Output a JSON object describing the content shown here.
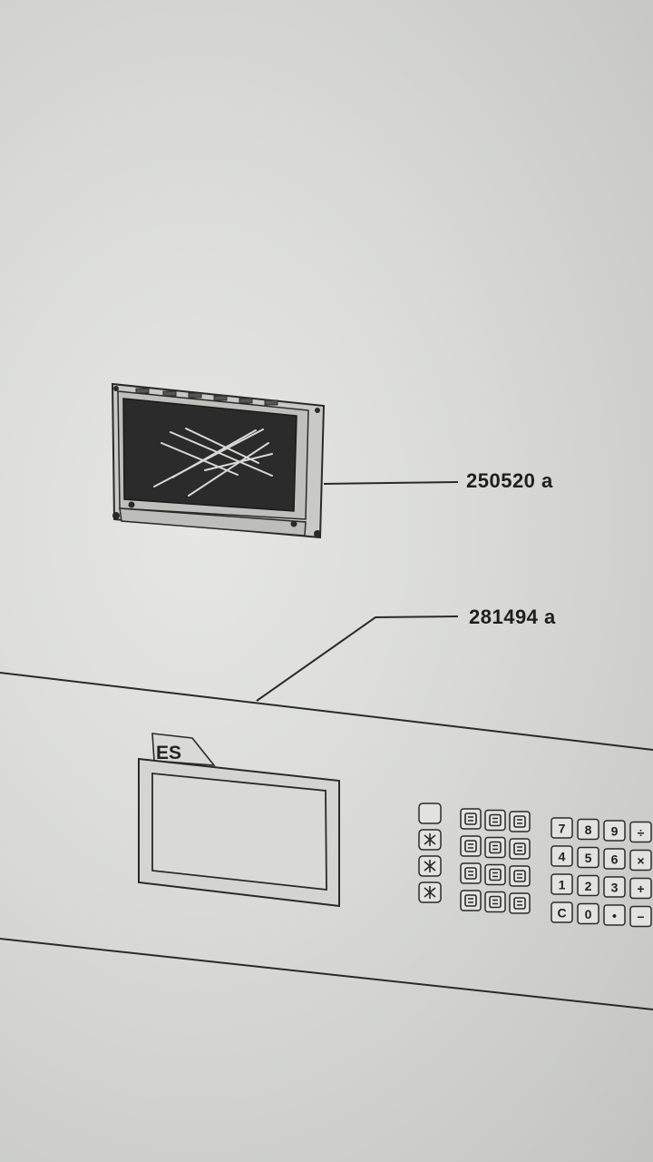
{
  "callouts": {
    "lcd_module_part": "250520 a",
    "front_panel_part": "281494 a"
  },
  "panel": {
    "tag": "ES"
  },
  "keypad": {
    "numeric_keys": [
      [
        "7",
        "8",
        "9",
        "÷"
      ],
      [
        "4",
        "5",
        "6",
        "×"
      ],
      [
        "1",
        "2",
        "3",
        "+"
      ],
      [
        "C",
        "0",
        "•",
        "−"
      ]
    ]
  },
  "colors": {
    "paper": "#dcddd9",
    "ink": "#2a2a2a",
    "lcd_screen": "#2b2b2b"
  }
}
